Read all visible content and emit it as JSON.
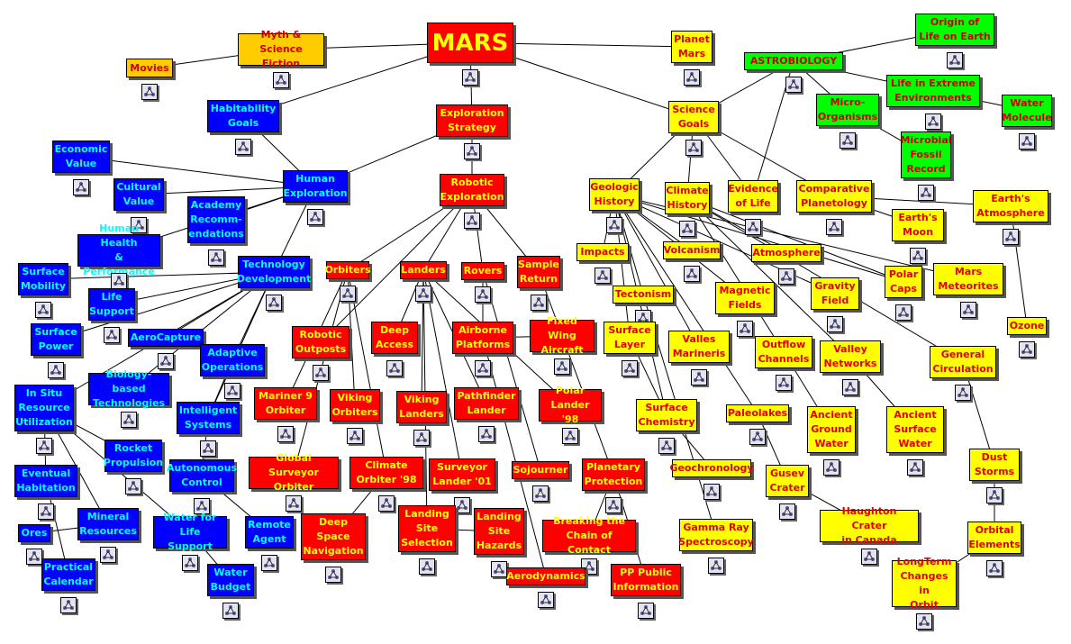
{
  "nodes": [
    {
      "id": "mars",
      "label": "MARS",
      "color": "red"
    },
    {
      "id": "myth",
      "label": "Myth &\nScience Fiction",
      "color": "orange"
    },
    {
      "id": "movies",
      "label": "Movies",
      "color": "orange"
    },
    {
      "id": "planet-mars",
      "label": "Planet\nMars",
      "color": "yellow"
    },
    {
      "id": "astrobiology",
      "label": "ASTROBIOLOGY",
      "color": "green"
    },
    {
      "id": "origin-life",
      "label": "Origin of\nLife on Earth",
      "color": "green"
    },
    {
      "id": "life-extreme",
      "label": "Life in Extreme\nEnvironments",
      "color": "green"
    },
    {
      "id": "micro-organisms",
      "label": "Micro-\nOrganisms",
      "color": "green"
    },
    {
      "id": "water-molecule",
      "label": "Water\nMolecule",
      "color": "green"
    },
    {
      "id": "microbial-fossil",
      "label": "Microbial\nFossil\nRecord",
      "color": "green"
    },
    {
      "id": "habitability",
      "label": "Habitability\nGoals",
      "color": "blue"
    },
    {
      "id": "exploration-strategy",
      "label": "Exploration\nStrategy",
      "color": "red"
    },
    {
      "id": "science-goals",
      "label": "Science\nGoals",
      "color": "yellow"
    },
    {
      "id": "economic-value",
      "label": "Economic\nValue",
      "color": "blue"
    },
    {
      "id": "cultural-value",
      "label": "Cultural\nValue",
      "color": "blue"
    },
    {
      "id": "human-exploration",
      "label": "Human\nExploration",
      "color": "blue"
    },
    {
      "id": "academy",
      "label": "Academy\nRecomm-\nendations",
      "color": "blue"
    },
    {
      "id": "robotic-exploration",
      "label": "Robotic\nExploration",
      "color": "red"
    },
    {
      "id": "human-health",
      "label": "Human Health\n& Performance",
      "color": "blue"
    },
    {
      "id": "technology-development",
      "label": "Technology\nDevelopment",
      "color": "blue"
    },
    {
      "id": "surface-mobility",
      "label": "Surface\nMobility",
      "color": "blue"
    },
    {
      "id": "life-support",
      "label": "Life\nSupport",
      "color": "blue"
    },
    {
      "id": "surface-power",
      "label": "Surface\nPower",
      "color": "blue"
    },
    {
      "id": "aerocapture",
      "label": "AeroCapture",
      "color": "blue"
    },
    {
      "id": "adaptive-operations",
      "label": "Adaptive\nOperations",
      "color": "blue"
    },
    {
      "id": "biology-tech",
      "label": "Biology-based\nTechnologies",
      "color": "blue"
    },
    {
      "id": "isru",
      "label": "In Situ\nResource\nUtilization",
      "color": "blue"
    },
    {
      "id": "intelligent-systems",
      "label": "Intelligent\nSystems",
      "color": "blue"
    },
    {
      "id": "rocket-propulsion",
      "label": "Rocket\nPropulsion",
      "color": "blue"
    },
    {
      "id": "autonomous-control",
      "label": "Autonomous\nControl",
      "color": "blue"
    },
    {
      "id": "eventual-habitation",
      "label": "Eventual\nHabitation",
      "color": "blue"
    },
    {
      "id": "mineral-resources",
      "label": "Mineral\nResources",
      "color": "blue"
    },
    {
      "id": "water-life-support",
      "label": "Water for\nLife Support",
      "color": "blue"
    },
    {
      "id": "remote-agent",
      "label": "Remote\nAgent",
      "color": "blue"
    },
    {
      "id": "ores",
      "label": "Ores",
      "color": "blue"
    },
    {
      "id": "practical-calendar",
      "label": "Practical\nCalendar",
      "color": "blue"
    },
    {
      "id": "water-budget",
      "label": "Water\nBudget",
      "color": "blue"
    },
    {
      "id": "orbiters",
      "label": "Orbiters",
      "color": "red"
    },
    {
      "id": "landers",
      "label": "Landers",
      "color": "red"
    },
    {
      "id": "rovers",
      "label": "Rovers",
      "color": "red"
    },
    {
      "id": "sample-return",
      "label": "Sample\nReturn",
      "color": "red"
    },
    {
      "id": "robotic-outposts",
      "label": "Robotic\nOutposts",
      "color": "red"
    },
    {
      "id": "deep-access",
      "label": "Deep\nAccess",
      "color": "red"
    },
    {
      "id": "airborne-platforms",
      "label": "Airborne\nPlatforms",
      "color": "red"
    },
    {
      "id": "fixed-wing",
      "label": "Fixed Wing\nAircraft",
      "color": "red"
    },
    {
      "id": "mariner9",
      "label": "Mariner 9\nOrbiter",
      "color": "red"
    },
    {
      "id": "viking-orbiters",
      "label": "Viking\nOrbiters",
      "color": "red"
    },
    {
      "id": "viking-landers",
      "label": "Viking\nLanders",
      "color": "red"
    },
    {
      "id": "pathfinder",
      "label": "Pathfinder\nLander",
      "color": "red"
    },
    {
      "id": "polar-lander",
      "label": "Polar\nLander '98",
      "color": "red"
    },
    {
      "id": "global-surveyor",
      "label": "Global Surveyor\nOrbiter",
      "color": "red"
    },
    {
      "id": "climate-orbiter",
      "label": "Climate\nOrbiter '98",
      "color": "red"
    },
    {
      "id": "surveyor-lander",
      "label": "Surveyor\nLander '01",
      "color": "red"
    },
    {
      "id": "sojourner",
      "label": "Sojourner",
      "color": "red"
    },
    {
      "id": "planetary-protection",
      "label": "Planetary\nProtection",
      "color": "red"
    },
    {
      "id": "deep-space-nav",
      "label": "Deep\nSpace\nNavigation",
      "color": "red"
    },
    {
      "id": "landing-site-selection",
      "label": "Landing\nSite\nSelection",
      "color": "red"
    },
    {
      "id": "landing-site-hazards",
      "label": "Landing\nSite\nHazards",
      "color": "red"
    },
    {
      "id": "breaking-chain",
      "label": "Breaking the\nChain of Contact",
      "color": "red"
    },
    {
      "id": "aerodynamics",
      "label": "Aerodynamics",
      "color": "red"
    },
    {
      "id": "pp-public",
      "label": "PP Public\nInformation",
      "color": "red"
    },
    {
      "id": "geologic-history",
      "label": "Geologic\nHistory",
      "color": "yellow"
    },
    {
      "id": "climate-history",
      "label": "Climate\nHistory",
      "color": "yellow"
    },
    {
      "id": "evidence-life",
      "label": "Evidence\nof Life",
      "color": "yellow"
    },
    {
      "id": "comparative-planetology",
      "label": "Comparative\nPlanetology",
      "color": "yellow"
    },
    {
      "id": "earths-moon",
      "label": "Earth's\nMoon",
      "color": "yellow"
    },
    {
      "id": "earths-atmosphere",
      "label": "Earth's\nAtmosphere",
      "color": "yellow"
    },
    {
      "id": "impacts",
      "label": "Impacts",
      "color": "yellow"
    },
    {
      "id": "volcanism",
      "label": "Volcanism",
      "color": "yellow"
    },
    {
      "id": "atmosphere",
      "label": "Atmosphere",
      "color": "yellow"
    },
    {
      "id": "polar-caps",
      "label": "Polar\nCaps",
      "color": "yellow"
    },
    {
      "id": "mars-meteorites",
      "label": "Mars\nMeteorites",
      "color": "yellow"
    },
    {
      "id": "tectonism",
      "label": "Tectonism",
      "color": "yellow"
    },
    {
      "id": "magnetic-fields",
      "label": "Magnetic\nFields",
      "color": "yellow"
    },
    {
      "id": "gravity-field",
      "label": "Gravity\nField",
      "color": "yellow"
    },
    {
      "id": "ozone",
      "label": "Ozone",
      "color": "yellow"
    },
    {
      "id": "surface-layer",
      "label": "Surface\nLayer",
      "color": "yellow"
    },
    {
      "id": "valles-marineris",
      "label": "Valles\nMarineris",
      "color": "yellow"
    },
    {
      "id": "outflow-channels",
      "label": "Outflow\nChannels",
      "color": "yellow"
    },
    {
      "id": "valley-networks",
      "label": "Valley\nNetworks",
      "color": "yellow"
    },
    {
      "id": "general-circulation",
      "label": "General\nCirculation",
      "color": "yellow"
    },
    {
      "id": "surface-chemistry",
      "label": "Surface\nChemistry",
      "color": "yellow"
    },
    {
      "id": "paleolakes",
      "label": "Paleolakes",
      "color": "yellow"
    },
    {
      "id": "ancient-ground-water",
      "label": "Ancient\nGround\nWater",
      "color": "yellow"
    },
    {
      "id": "ancient-surface-water",
      "label": "Ancient\nSurface\nWater",
      "color": "yellow"
    },
    {
      "id": "geochronology",
      "label": "Geochronology",
      "color": "yellow"
    },
    {
      "id": "gusev-crater",
      "label": "Gusev\nCrater",
      "color": "yellow"
    },
    {
      "id": "dust-storms",
      "label": "Dust\nStorms",
      "color": "yellow"
    },
    {
      "id": "gamma-ray",
      "label": "Gamma Ray\nSpectroscopy",
      "color": "yellow"
    },
    {
      "id": "haughton-crater",
      "label": "Haughton Crater\nin Canada",
      "color": "yellow"
    },
    {
      "id": "orbital-elements",
      "label": "Orbital\nElements",
      "color": "yellow"
    },
    {
      "id": "longterm-orbit",
      "label": "LongTerm\nChanges in\nOrbit",
      "color": "yellow"
    }
  ],
  "edges": [
    [
      "mars",
      "myth"
    ],
    [
      "myth",
      "movies"
    ],
    [
      "mars",
      "planet-mars"
    ],
    [
      "mars",
      "exploration-strategy"
    ],
    [
      "mars",
      "science-goals"
    ],
    [
      "mars",
      "habitability"
    ],
    [
      "science-goals",
      "astrobiology"
    ],
    [
      "astrobiology",
      "origin-life"
    ],
    [
      "astrobiology",
      "life-extreme"
    ],
    [
      "astrobiology",
      "micro-organisms"
    ],
    [
      "astrobiology",
      "evidence-life"
    ],
    [
      "life-extreme",
      "water-molecule"
    ],
    [
      "micro-organisms",
      "microbial-fossil"
    ],
    [
      "habitability",
      "human-exploration"
    ],
    [
      "exploration-strategy",
      "human-exploration"
    ],
    [
      "exploration-strategy",
      "robotic-exploration"
    ],
    [
      "human-exploration",
      "economic-value"
    ],
    [
      "human-exploration",
      "cultural-value"
    ],
    [
      "human-exploration",
      "academy"
    ],
    [
      "human-exploration",
      "human-health"
    ],
    [
      "human-exploration",
      "technology-development"
    ],
    [
      "technology-development",
      "surface-mobility"
    ],
    [
      "technology-development",
      "life-support"
    ],
    [
      "technology-development",
      "surface-power"
    ],
    [
      "technology-development",
      "aerocapture"
    ],
    [
      "technology-development",
      "adaptive-operations"
    ],
    [
      "technology-development",
      "biology-tech"
    ],
    [
      "technology-development",
      "isru"
    ],
    [
      "technology-development",
      "intelligent-systems"
    ],
    [
      "adaptive-operations",
      "intelligent-systems"
    ],
    [
      "intelligent-systems",
      "autonomous-control"
    ],
    [
      "autonomous-control",
      "remote-agent"
    ],
    [
      "isru",
      "eventual-habitation"
    ],
    [
      "isru",
      "mineral-resources"
    ],
    [
      "isru",
      "water-life-support"
    ],
    [
      "isru",
      "rocket-propulsion"
    ],
    [
      "mineral-resources",
      "ores"
    ],
    [
      "eventual-habitation",
      "practical-calendar"
    ],
    [
      "water-life-support",
      "water-budget"
    ],
    [
      "robotic-exploration",
      "orbiters"
    ],
    [
      "robotic-exploration",
      "landers"
    ],
    [
      "robotic-exploration",
      "rovers"
    ],
    [
      "robotic-exploration",
      "sample-return"
    ],
    [
      "robotic-exploration",
      "robotic-outposts"
    ],
    [
      "orbiters",
      "mariner9"
    ],
    [
      "orbiters",
      "viking-orbiters"
    ],
    [
      "orbiters",
      "global-surveyor"
    ],
    [
      "orbiters",
      "climate-orbiter"
    ],
    [
      "landers",
      "viking-landers"
    ],
    [
      "landers",
      "pathfinder"
    ],
    [
      "landers",
      "deep-access"
    ],
    [
      "landers",
      "polar-lander"
    ],
    [
      "landers",
      "surveyor-lander"
    ],
    [
      "rovers",
      "airborne-platforms"
    ],
    [
      "rovers",
      "sojourner"
    ],
    [
      "airborne-platforms",
      "fixed-wing"
    ],
    [
      "airborne-platforms",
      "aerodynamics"
    ],
    [
      "climate-orbiter",
      "deep-space-nav"
    ],
    [
      "sample-return",
      "planetary-protection"
    ],
    [
      "planetary-protection",
      "breaking-chain"
    ],
    [
      "planetary-protection",
      "pp-public"
    ],
    [
      "landers",
      "landing-site-selection"
    ],
    [
      "landing-site-selection",
      "landing-site-hazards"
    ],
    [
      "science-goals",
      "geologic-history"
    ],
    [
      "science-goals",
      "climate-history"
    ],
    [
      "science-goals",
      "evidence-life"
    ],
    [
      "science-goals",
      "comparative-planetology"
    ],
    [
      "comparative-planetology",
      "earths-moon"
    ],
    [
      "comparative-planetology",
      "earths-atmosphere"
    ],
    [
      "earths-atmosphere",
      "ozone"
    ],
    [
      "geologic-history",
      "impacts"
    ],
    [
      "geologic-history",
      "volcanism"
    ],
    [
      "geologic-history",
      "tectonism"
    ],
    [
      "geologic-history",
      "surface-layer"
    ],
    [
      "geologic-history",
      "magnetic-fields"
    ],
    [
      "geologic-history",
      "gravity-field"
    ],
    [
      "geologic-history",
      "polar-caps"
    ],
    [
      "geologic-history",
      "mars-meteorites"
    ],
    [
      "geologic-history",
      "valles-marineris"
    ],
    [
      "geologic-history",
      "paleolakes"
    ],
    [
      "geologic-history",
      "surface-chemistry"
    ],
    [
      "climate-history",
      "atmosphere"
    ],
    [
      "climate-history",
      "outflow-channels"
    ],
    [
      "climate-history",
      "valley-networks"
    ],
    [
      "climate-history",
      "general-circulation"
    ],
    [
      "climate-history",
      "polar-caps"
    ],
    [
      "surface-layer",
      "surface-chemistry"
    ],
    [
      "surface-chemistry",
      "geochronology"
    ],
    [
      "tectonism",
      "gamma-ray"
    ],
    [
      "paleolakes",
      "gusev-crater"
    ],
    [
      "gusev-crater",
      "haughton-crater"
    ],
    [
      "outflow-channels",
      "ancient-ground-water"
    ],
    [
      "valley-networks",
      "ancient-surface-water"
    ],
    [
      "general-circulation",
      "dust-storms"
    ],
    [
      "dust-storms",
      "orbital-elements"
    ],
    [
      "orbital-elements",
      "longterm-orbit"
    ]
  ]
}
